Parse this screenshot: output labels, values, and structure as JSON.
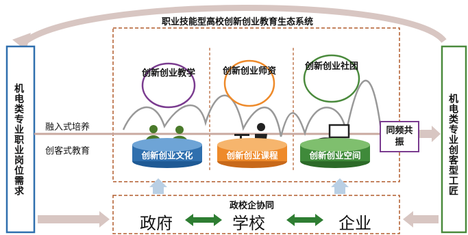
{
  "title": "职业技能型高校创新创业教育生态系统",
  "left_box": "机电类专业职业岗位需求",
  "right_box": "机电类专业创客型工匠",
  "left_labels": [
    "融入式培养",
    "创客式教育"
  ],
  "ovals": [
    {
      "text": "创新创业教学",
      "color": "#7a3b8f"
    },
    {
      "text": "创新创业师资",
      "color": "#ee8a2a"
    },
    {
      "text": "创新创业社团",
      "color": "#4a8a3c"
    }
  ],
  "platforms": [
    {
      "text": "创新创业文化",
      "color": "#2f6fae"
    },
    {
      "text": "创新创业课程",
      "color": "#ee8a2a"
    },
    {
      "text": "创新创业空间",
      "color": "#3f8a3a"
    }
  ],
  "resonance": "同频共振",
  "bottom": {
    "title": "政校企协同",
    "items": [
      "政府",
      "学校",
      "企业"
    ]
  },
  "colors": {
    "frame_dash": "#b05a2a",
    "left_border": "#2f6fae",
    "right_border": "#4a8a3c",
    "arrow_gray": "#c9a9a0",
    "green_arrow": "#2e7d32"
  }
}
